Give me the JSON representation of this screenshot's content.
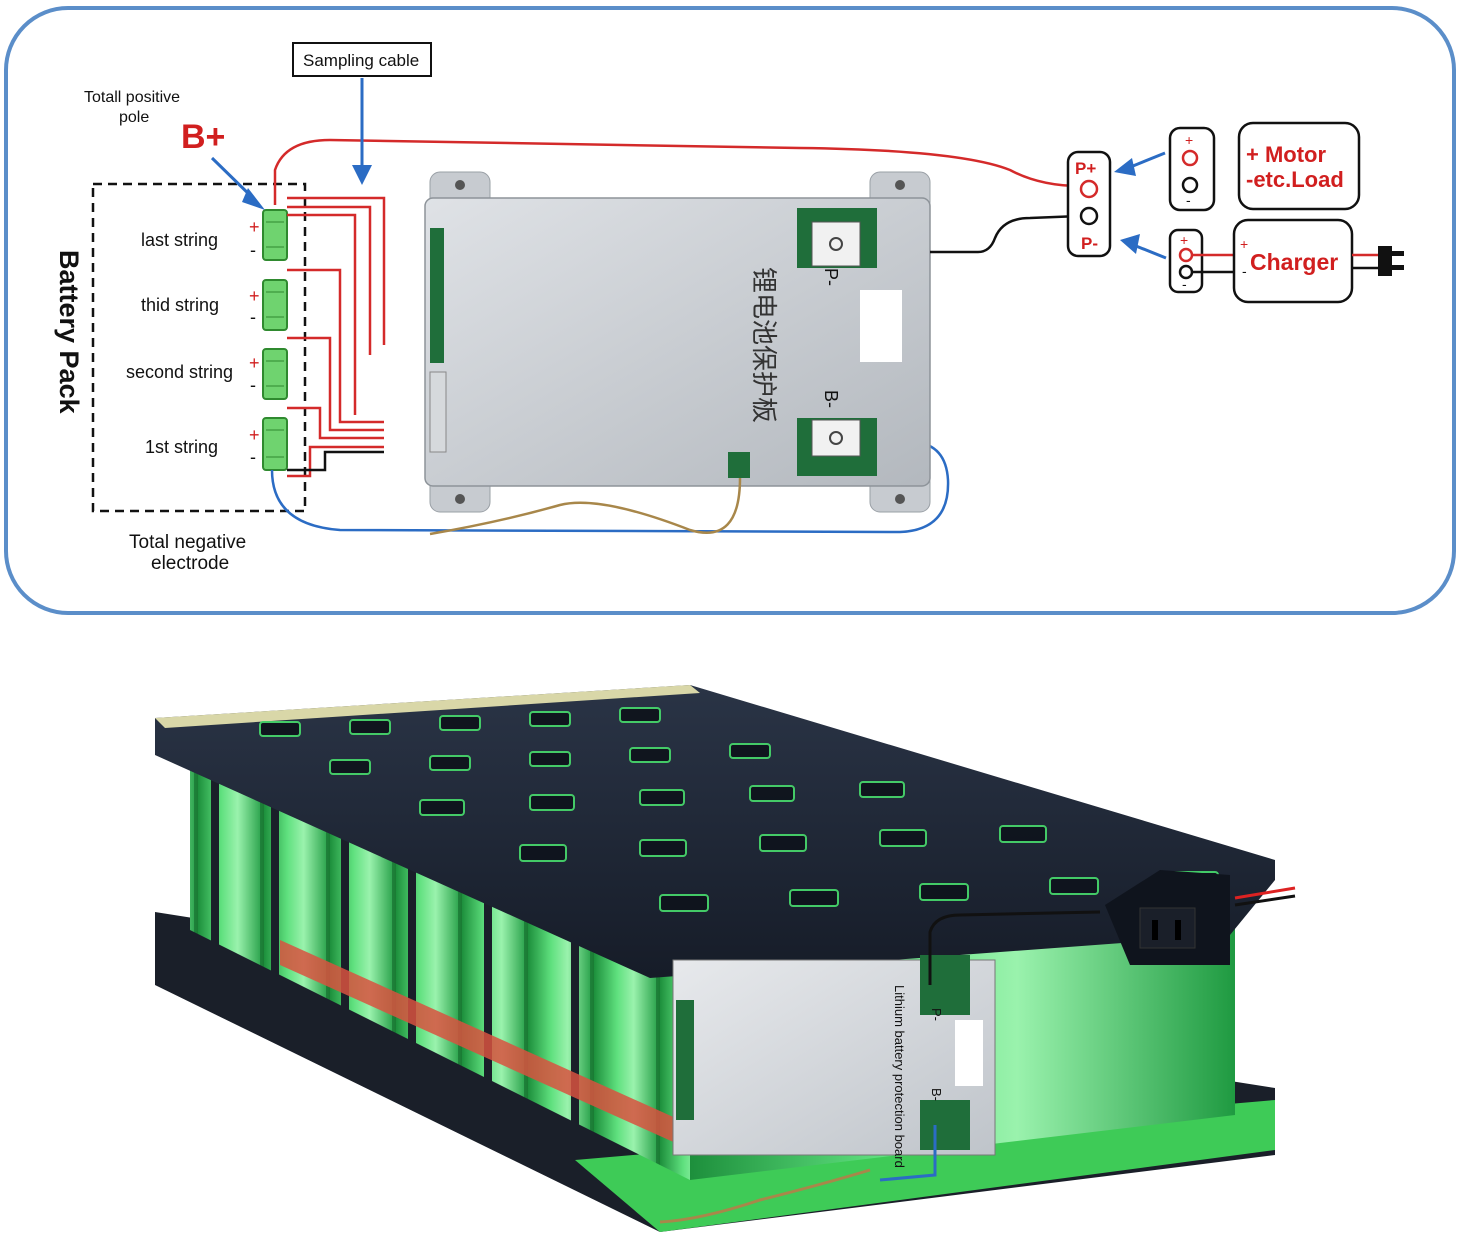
{
  "diagram": {
    "sampling_cable": "Sampling cable",
    "total_positive_line1": "Totall positive",
    "total_positive_line2": "pole",
    "b_plus": "B+",
    "battery_pack": "Battery Pack",
    "strings": [
      "last string",
      "thid string",
      "second string",
      "1st string"
    ],
    "plus_sign": "+",
    "minus_sign": "-",
    "total_negative_line1": "Total negative",
    "total_negative_line2": "electrode",
    "board_chinese": "锂电池保护板",
    "p_minus": "P-",
    "b_minus": "B-",
    "p_plus_terminal": "P+",
    "p_minus_terminal": "P-",
    "motor_line1": "+ Motor",
    "motor_line2": "-etc.Load",
    "charger_label": "Charger",
    "colors": {
      "frame": "#5b8ec9",
      "wire_red": "#d42a2a",
      "wire_blue": "#2b6cc4",
      "label_red": "#d11f1f"
    }
  },
  "photo": {
    "board_text": "Lithium battery protection board",
    "p_minus": "P-",
    "b_minus": "B-",
    "colors": {
      "cell_green": "#43d96a",
      "holder": "#1c2331"
    }
  }
}
